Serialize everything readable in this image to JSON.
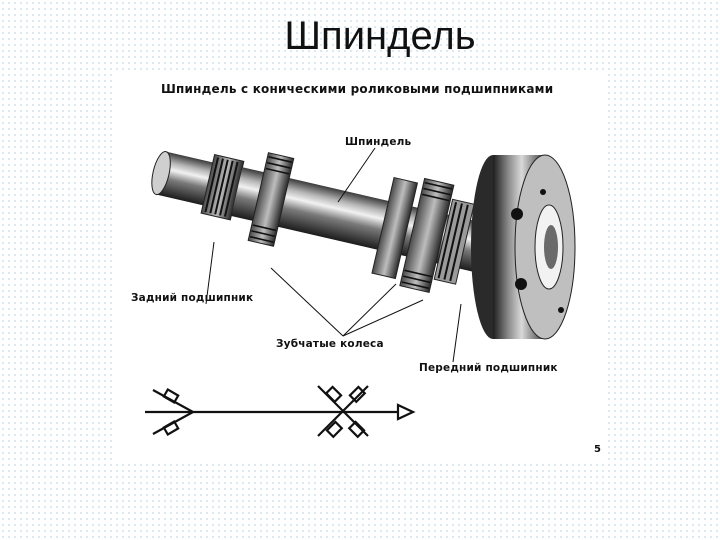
{
  "slide": {
    "title": "Шпиндель"
  },
  "figure": {
    "caption": "Шпиндель с коническими роликовыми подшипниками",
    "labels": {
      "spindle": "Шпиндель",
      "rear_bearing": "Задний подшипник",
      "gears": "Зубчатые колеса",
      "front_bearing": "Передний подшипник"
    },
    "page_number": "5"
  },
  "colors": {
    "ink": "#111111",
    "metal_dark": "#2a2a2a",
    "metal_mid": "#8a8a8a",
    "metal_light": "#e6e6e6",
    "dots": "#cfe3ee"
  }
}
